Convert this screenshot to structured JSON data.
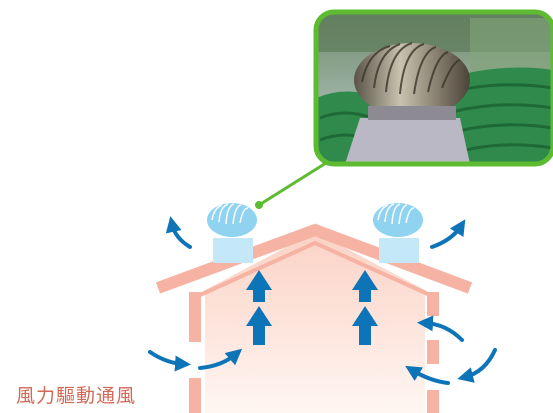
{
  "caption": "風力驅動通風",
  "colors": {
    "roof_outline": "#F6B3A3",
    "interior_top": "#FBD2C5",
    "interior_bottom": "#FFF6F2",
    "arrow_blue": "#0E74B8",
    "vent_blue": "#8FD3F0",
    "vent_base": "#C4E8F7",
    "callout_green": "#5DBB32",
    "caption_text": "#D06A57"
  },
  "icons": [
    "turbine-vent-left",
    "turbine-vent-right",
    "up-arrow",
    "curved-airflow-arrow",
    "callout-photo"
  ]
}
